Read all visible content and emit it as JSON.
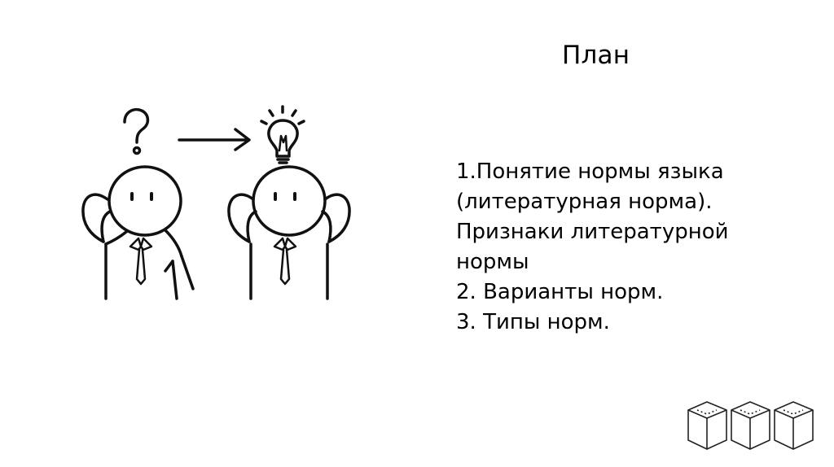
{
  "slide": {
    "title": "План",
    "items": [
      "1.Понятие нормы языка",
      "(литературная норма).",
      "Признаки литературной",
      "нормы",
      "2. Варианты норм.",
      "3. Типы норм."
    ]
  },
  "illustration": {
    "left_figure_icon": "confused-person-icon",
    "right_figure_icon": "enlightened-person-icon",
    "question_icon": "question-mark-icon",
    "arrow_icon": "arrow-right-icon",
    "bulb_icon": "lightbulb-icon"
  },
  "decor": {
    "cubes_icon": "cubes-icon"
  }
}
